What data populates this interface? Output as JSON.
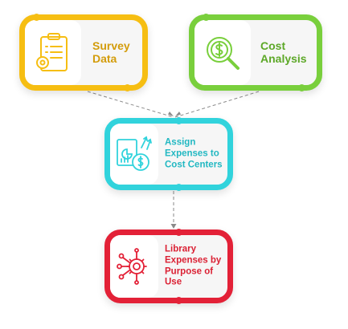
{
  "nodes": {
    "survey": {
      "line1": "Survey",
      "line2": "Data",
      "color": "#f6be12",
      "icon": "clipboard-icon"
    },
    "cost": {
      "line1": "Cost",
      "line2": "Analysis",
      "color": "#79cf3c",
      "icon": "magnifier-dollar-icon"
    },
    "assign": {
      "line1": "Assign",
      "line2": "Expenses to",
      "line3": "Cost Centers",
      "color": "#31d3dc",
      "icon": "report-coin-icon"
    },
    "library": {
      "line1": "Library",
      "line2": "Expenses by",
      "line3": "Purpose of Use",
      "color": "#e32137",
      "icon": "gear-network-icon"
    }
  },
  "edges": [
    {
      "from": "Survey Data",
      "to": "Assign Expenses to Cost Centers"
    },
    {
      "from": "Cost Analysis",
      "to": "Assign Expenses to Cost Centers"
    },
    {
      "from": "Assign Expenses to Cost Centers",
      "to": "Library Expenses by Purpose of Use"
    }
  ]
}
